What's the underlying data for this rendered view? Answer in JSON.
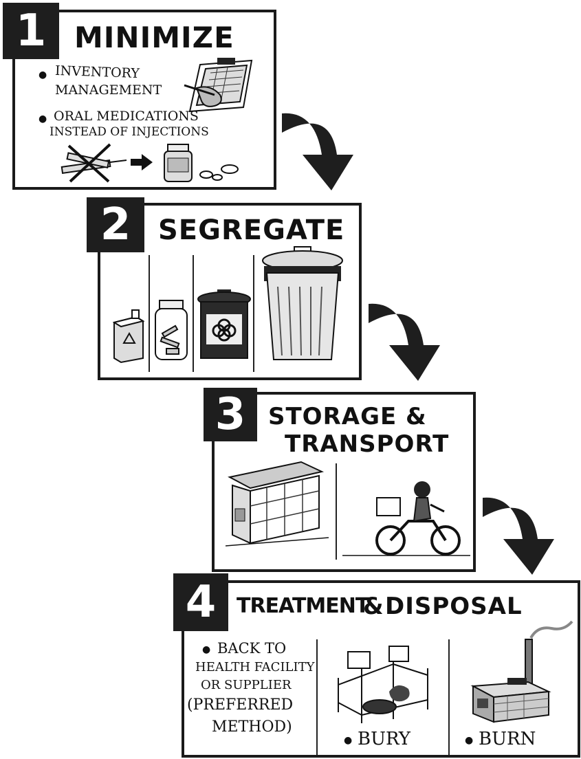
{
  "steps": [
    {
      "number": "1",
      "title": "MINIMIZE",
      "bullets": [
        "INVENTORY",
        "MANAGEMENT",
        "ORAL MEDICATIONS",
        "INSTEAD OF INJECTIONS"
      ]
    },
    {
      "number": "2",
      "title": "SEGREGATE"
    },
    {
      "number": "3",
      "title_line1": "STORAGE &",
      "title_line2": "TRANSPORT"
    },
    {
      "number": "4",
      "title_a": "TREATMENT",
      "title_amp": "&",
      "title_b": "DISPOSAL",
      "items": {
        "back": [
          "BACK TO",
          "HEALTH FACILITY",
          "OR SUPPLIER",
          "(PREFERRED",
          "METHOD)"
        ],
        "bury": "BURY",
        "burn": "BURN"
      }
    }
  ],
  "icons": [
    "clipboard-icon",
    "crossed-syringes-icon",
    "pill-bottle-icon",
    "tablets-icon",
    "sharps-box-icon",
    "glass-jar-icon",
    "biohazard-bin-icon",
    "trash-can-icon",
    "storage-shed-icon",
    "motorbike-icon",
    "burial-pit-icon",
    "incinerator-icon",
    "curved-arrow-icon"
  ]
}
